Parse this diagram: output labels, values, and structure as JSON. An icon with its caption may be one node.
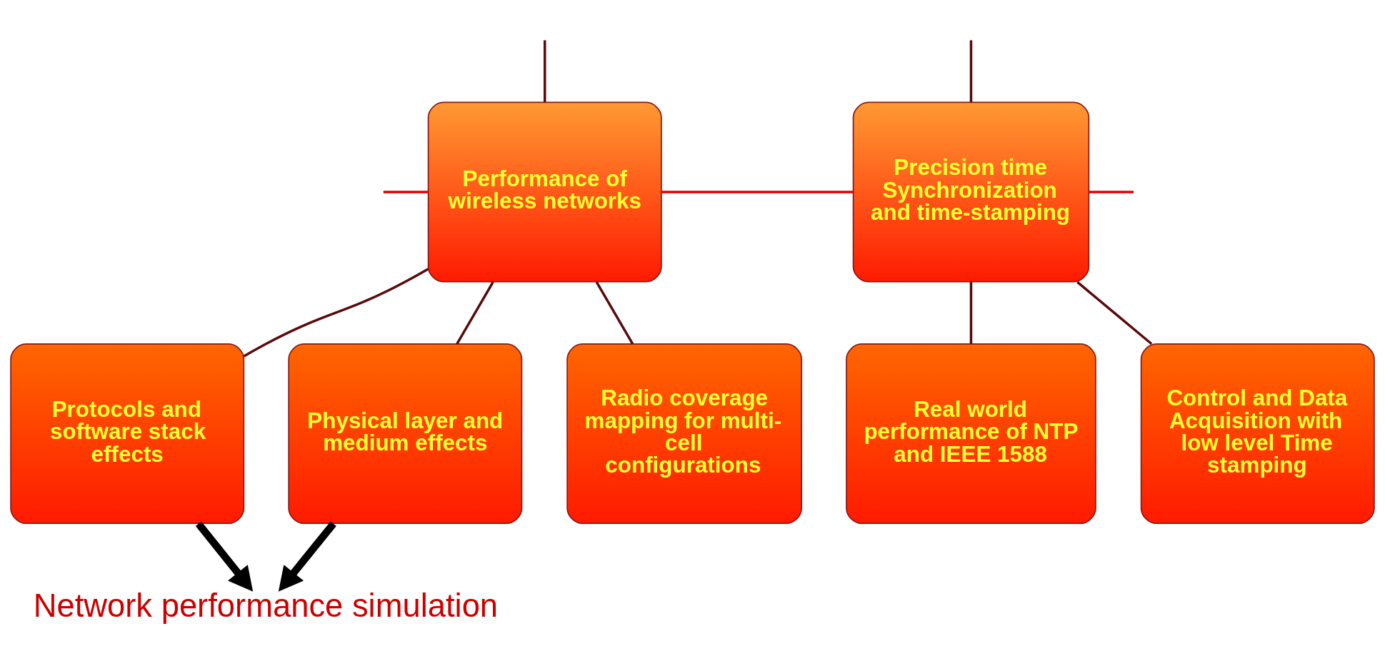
{
  "diagram": {
    "nodes": [
      {
        "text": [
          "Performance of wireless networks"
        ]
      },
      {
        "text": [
          "Precision time Synchronization and time-stamping"
        ]
      },
      {
        "text": [
          "Protocols and software stack effects"
        ]
      },
      {
        "text": [
          "Physical layer and medium effects"
        ]
      },
      {
        "text": [
          "Radio coverage mapping for multi-cell configurations"
        ]
      },
      {
        "text": [
          "Real world performance of NTP and IEEE 1588"
        ]
      },
      {
        "text": [
          "Control and Data Acquisition with low level Time stamping"
        ]
      },
      {
        "text": [
          "Network performance simulation"
        ]
      }
    ],
    "edges": [
      {
        "from": null,
        "to": 0,
        "arrow": "none"
      },
      {
        "from": null,
        "to": 1,
        "arrow": "none"
      },
      {
        "from": null,
        "to": 0,
        "arrow": "none",
        "color": "#e00000"
      },
      {
        "from": 0,
        "to": 1,
        "arrow": "none",
        "color": "#e00000"
      },
      {
        "from": 1,
        "to": null,
        "arrow": "none",
        "color": "#e00000"
      },
      {
        "from": 0,
        "to": 2,
        "arrow": "none"
      },
      {
        "from": 0,
        "to": 3,
        "arrow": "none"
      },
      {
        "from": 0,
        "to": 4,
        "arrow": "none"
      },
      {
        "from": 1,
        "to": 5,
        "arrow": "none"
      },
      {
        "from": 1,
        "to": 6,
        "arrow": "none"
      },
      {
        "from": 2,
        "to": 7,
        "arrow": "to",
        "style": "thick",
        "color": "#000000"
      },
      {
        "from": 3,
        "to": 7,
        "arrow": "to",
        "style": "thick",
        "color": "#000000"
      }
    ]
  }
}
